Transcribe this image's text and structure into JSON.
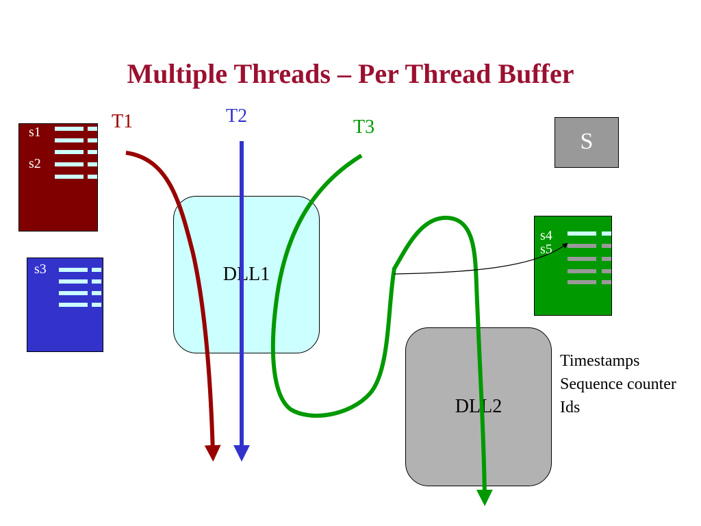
{
  "title": "Multiple Threads – Per Thread Buffer",
  "threads": [
    {
      "label": "T1",
      "color": "#990000"
    },
    {
      "label": "T2",
      "color": "#3333cc"
    },
    {
      "label": "T3",
      "color": "#009900"
    }
  ],
  "buffers": {
    "t1": {
      "color": "#800000",
      "labels": [
        "s1",
        "s2"
      ]
    },
    "t2": {
      "color": "#3333cc",
      "labels": [
        "s3"
      ]
    },
    "t3": {
      "color": "#009900",
      "labels": [
        "s4",
        "s5"
      ]
    }
  },
  "shared": {
    "label": "S"
  },
  "dll1": {
    "label": "DLL1",
    "color": "#ccffff"
  },
  "dll2": {
    "label": "DLL2",
    "color": "#b2b2b2"
  },
  "notes": [
    "Timestamps",
    "Sequence counter",
    "Ids"
  ]
}
